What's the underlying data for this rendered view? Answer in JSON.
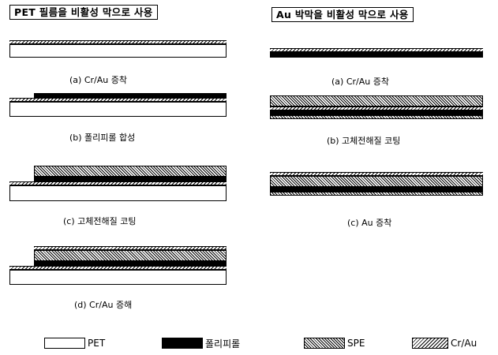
{
  "left_panel": {
    "header": "PET 필름을 비활성 막으로 사용",
    "steps": [
      {
        "caption": "(a) Cr/Au 증착"
      },
      {
        "caption": "(b) 폴리피롤 합성"
      },
      {
        "caption": "(c) 고체전해질 코팅"
      },
      {
        "caption": "(d) Cr/Au 증해"
      }
    ]
  },
  "right_panel": {
    "header": "Au 박막을 비활성 막으로 사용",
    "steps": [
      {
        "caption": "(a) Cr/Au 증착"
      },
      {
        "caption": "(b) 고체전해질 코팅"
      },
      {
        "caption": "(c) Au 증착"
      }
    ]
  },
  "legend": [
    {
      "label": "PET",
      "pattern": "pet"
    },
    {
      "label": "폴리피롤",
      "pattern": "polypyrrole"
    },
    {
      "label": "SPE",
      "pattern": "spe"
    },
    {
      "label": "Cr/Au",
      "pattern": "cr-au"
    }
  ],
  "colors": {
    "ink": "#000000",
    "background": "#ffffff"
  }
}
